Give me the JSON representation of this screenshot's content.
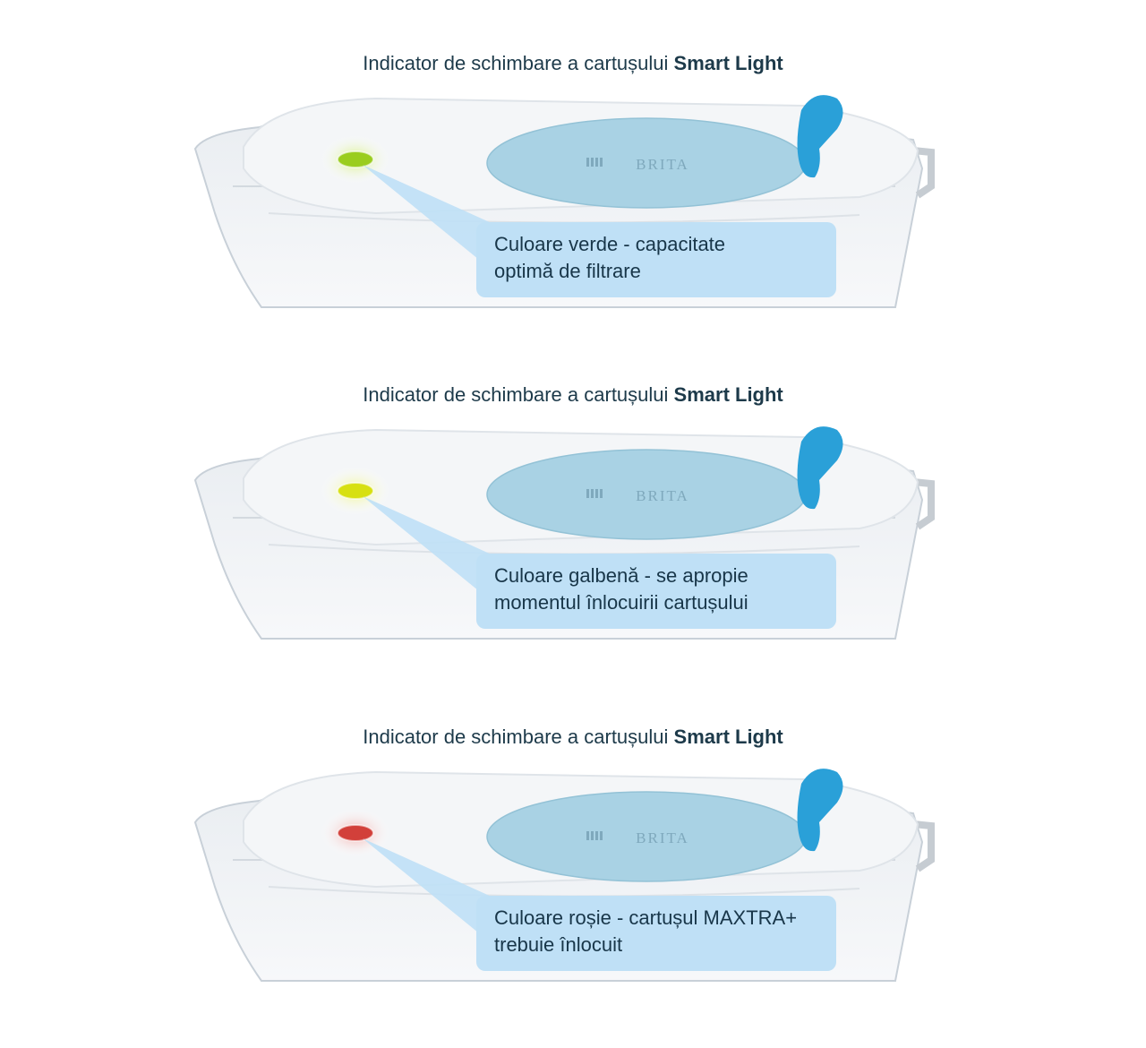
{
  "panels": [
    {
      "title_prefix": "Indicator de schimbare a cartușului",
      "title_bold": "Smart Light",
      "brand": "BRITA",
      "light_color": "#9acd1f",
      "light_glow": "#d4ee7a",
      "callout_line1": "Culoare verde - capacitate",
      "callout_line2": "optimă de filtrare"
    },
    {
      "title_prefix": "Indicator de schimbare a cartușului",
      "title_bold": "Smart Light",
      "brand": "BRITA",
      "light_color": "#d7e012",
      "light_glow": "#eff58a",
      "callout_line1": "Culoare galbenă - se apropie",
      "callout_line2": "momentul înlocuirii cartușului"
    },
    {
      "title_prefix": "Indicator de schimbare a cartușului",
      "title_bold": "Smart Light",
      "brand": "BRITA",
      "light_color": "#d2403a",
      "light_glow": "#f2a8a4",
      "callout_line1": "Culoare roșie - cartușul MAXTRA+",
      "callout_line2": "trebuie înlocuit"
    }
  ],
  "colors": {
    "lid": "#f4f6f8",
    "filter_cap": "#a9d2e4",
    "handle_tab": "#2aa0d8",
    "callout_bg": "#bfe0f6",
    "text": "#1d3a4a"
  }
}
